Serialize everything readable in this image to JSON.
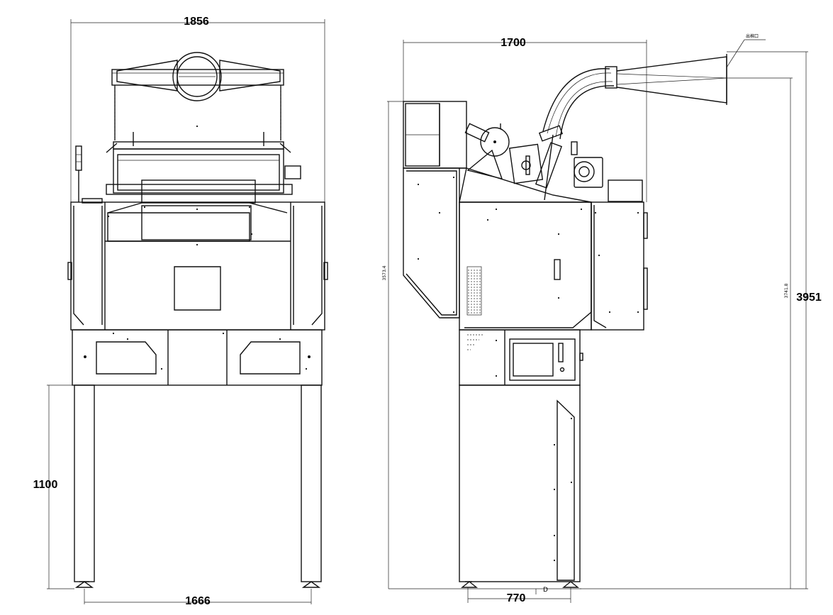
{
  "front_view": {
    "overall_width": "1856",
    "leg_height": "1100",
    "leg_span": "1666"
  },
  "side_view": {
    "overall_depth": "1700",
    "overall_height": "3951",
    "base_depth": "770",
    "base_mark": "D",
    "left_height_note": "3573.4",
    "right_height_note": "3741.8",
    "outlet_label": "出棉口"
  }
}
